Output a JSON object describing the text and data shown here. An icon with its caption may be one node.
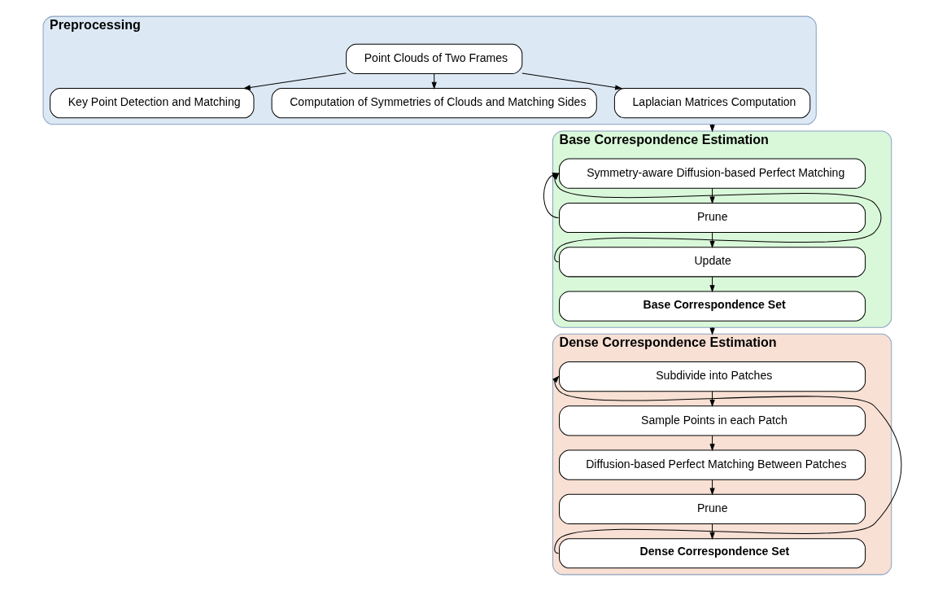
{
  "diagram": {
    "nodes": [
      {
        "text": [
          "Preprocessing"
        ]
      },
      {
        "text": [
          "Point Clouds of Two Frames"
        ],
        "in": 0
      },
      {
        "text": [
          "Key Point Detection and Matching"
        ],
        "in": 0
      },
      {
        "text": [
          "Computation of Symmetries of Clouds and Matching Sides"
        ],
        "in": 0
      },
      {
        "text": [
          "Laplacian Matrices Computation"
        ],
        "in": 0
      },
      {
        "text": [
          "Base Correspondence Estimation"
        ]
      },
      {
        "text": [
          "Symmetry-aware Diffusion-based Perfect Matching"
        ],
        "in": 5
      },
      {
        "text": [
          "Prune"
        ],
        "in": 5
      },
      {
        "text": [
          "Update"
        ],
        "in": 5
      },
      {
        "text": [
          "Base Correspondence Set"
        ],
        "in": 5
      },
      {
        "text": [
          "Dense Correspondence Estimation"
        ]
      },
      {
        "text": [
          "Subdivide into Patches"
        ],
        "in": 10
      },
      {
        "text": [
          "Sample Points in each Patch"
        ],
        "in": 10
      },
      {
        "text": [
          "Diffusion-based Perfect Matching Between Patches"
        ],
        "in": 10
      },
      {
        "text": [
          "Prune"
        ],
        "in": 10
      },
      {
        "text": [
          "Dense Correspondence Set"
        ],
        "in": 10
      }
    ],
    "edges": [
      {
        "from": 1,
        "to": 2,
        "arrow": "to"
      },
      {
        "from": 1,
        "to": 3,
        "arrow": "to"
      },
      {
        "from": 1,
        "to": 4,
        "arrow": "to"
      },
      {
        "from": 0,
        "to": 5,
        "arrow": "to"
      },
      {
        "from": 6,
        "to": 7,
        "arrow": "to"
      },
      {
        "from": 7,
        "to": 6,
        "arrow": "to"
      },
      {
        "from": 7,
        "to": 8,
        "arrow": "to"
      },
      {
        "from": 8,
        "to": 6,
        "arrow": "to"
      },
      {
        "from": 8,
        "to": 9,
        "arrow": "to"
      },
      {
        "from": 5,
        "to": 10,
        "arrow": "to"
      },
      {
        "from": 11,
        "to": 12,
        "arrow": "to"
      },
      {
        "from": 12,
        "to": 13,
        "arrow": "to"
      },
      {
        "from": 13,
        "to": 14,
        "arrow": "to"
      },
      {
        "from": 14,
        "to": 15,
        "arrow": "to"
      },
      {
        "from": 15,
        "to": 11,
        "arrow": "to"
      }
    ]
  }
}
